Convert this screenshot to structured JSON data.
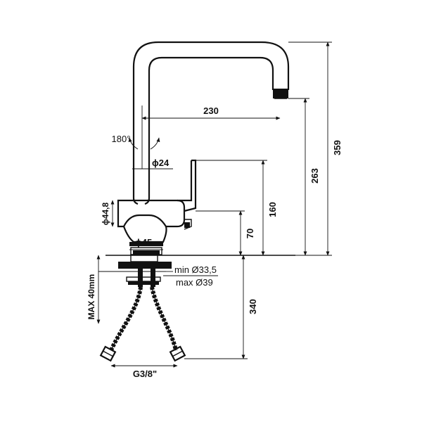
{
  "dimensions": {
    "spout_reach": "230",
    "total_height": "359",
    "spout_height": "263",
    "lever_height": "160",
    "body_height": "70",
    "under_deck": "340",
    "spout_diameter": "24",
    "body_diameter": "44,8",
    "base_diameter": "45",
    "hole_min": "min Ø33,5",
    "hole_max": "max Ø39",
    "max_thickness": "MAX 40mm",
    "connection": "G3/8\"",
    "rotation": "180°"
  },
  "symbols": {
    "diameter": "ϕ"
  }
}
